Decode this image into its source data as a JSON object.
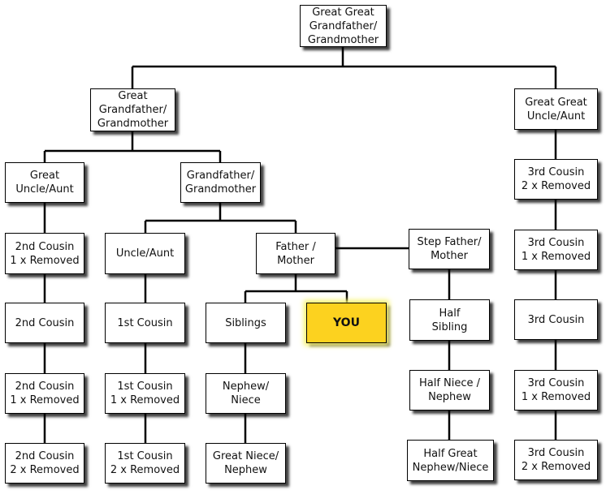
{
  "title": "Family Relationship Chart",
  "nodes": {
    "great_great_grandparent": "Great Great\nGrandfather/\nGrandmother",
    "great_grandparent": "Great\nGrandfather/\nGrandmother",
    "great_great_uncle_aunt": "Great Great\nUncle/Aunt",
    "great_uncle_aunt": "Great\nUncle/Aunt",
    "grandparent": "Grandfather/\nGrandmother",
    "second_cousin_1r": "2nd Cousin\n1 x Removed",
    "second_cousin": "2nd  Cousin",
    "second_cousin_1r_b": "2nd Cousin\n1 x Removed",
    "second_cousin_2r": "2nd Cousin\n2 x Removed",
    "uncle_aunt": "Uncle/Aunt",
    "first_cousin": "1st Cousin",
    "first_cousin_1r": "1st Cousin\n1 x Removed",
    "first_cousin_2r": "1st Cousin\n2 x Removed",
    "parent": "Father /\nMother",
    "siblings": "Siblings",
    "you": "YOU",
    "nephew_niece": "Nephew/\nNiece",
    "great_niece_nephew": "Great Niece/\nNephew",
    "step_parent": "Step Father/\nMother",
    "half_sibling": "Half\nSibling",
    "half_niece_nephew": "Half Niece /\nNephew",
    "half_great_nephew_niece": "Half Great\nNephew/Niece",
    "third_cousin_2r_top": "3rd Cousin\n2 x Removed",
    "third_cousin_1r_top": "3rd Cousin\n1 x Removed",
    "third_cousin": "3rd Cousin",
    "third_cousin_1r_bottom": "3rd Cousin\n1 x Removed",
    "third_cousin_2r_bottom": "3rd Cousin\n2 x Removed"
  },
  "colors": {
    "you_fill": "#fcd21f",
    "you_glow": "#f7f36a",
    "line": "#000000",
    "box_fill": "#ffffff"
  }
}
